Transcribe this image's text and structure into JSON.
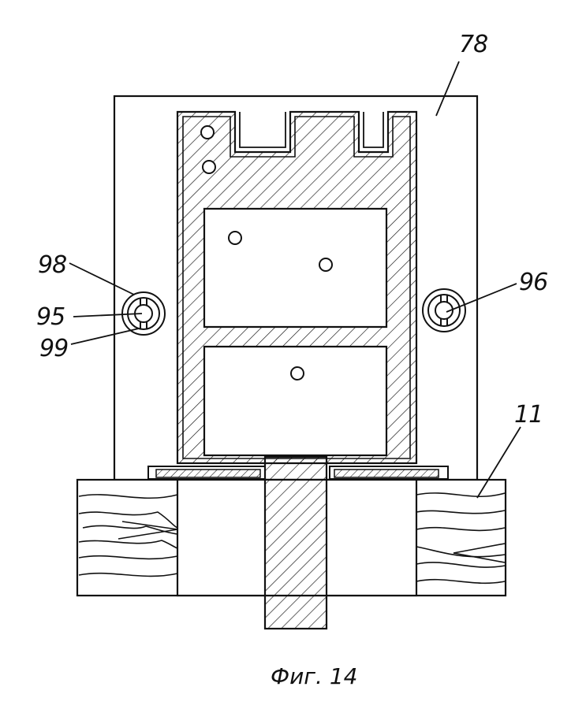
{
  "figure": {
    "caption": "Фиг. 14",
    "labels": {
      "l78": "78",
      "l98": "98",
      "l95": "95",
      "l99": "99",
      "l96": "96",
      "l11": "11"
    }
  },
  "colors": {
    "ink": "#111111",
    "paper": "#ffffff"
  }
}
